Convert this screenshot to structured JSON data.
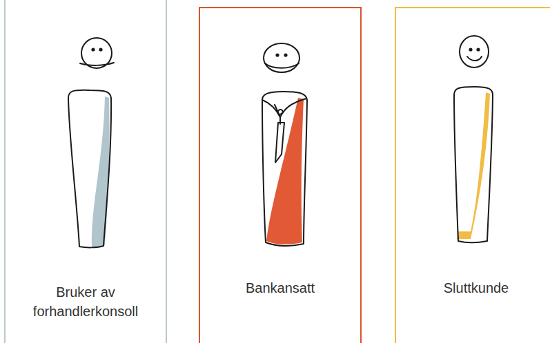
{
  "diagram": {
    "nodes": [
      {
        "text": [
          "Bruker av forhandlerkonsoll"
        ]
      },
      {
        "text": [
          "Bankansatt"
        ]
      },
      {
        "text": [
          "Sluttkunde"
        ]
      }
    ]
  }
}
